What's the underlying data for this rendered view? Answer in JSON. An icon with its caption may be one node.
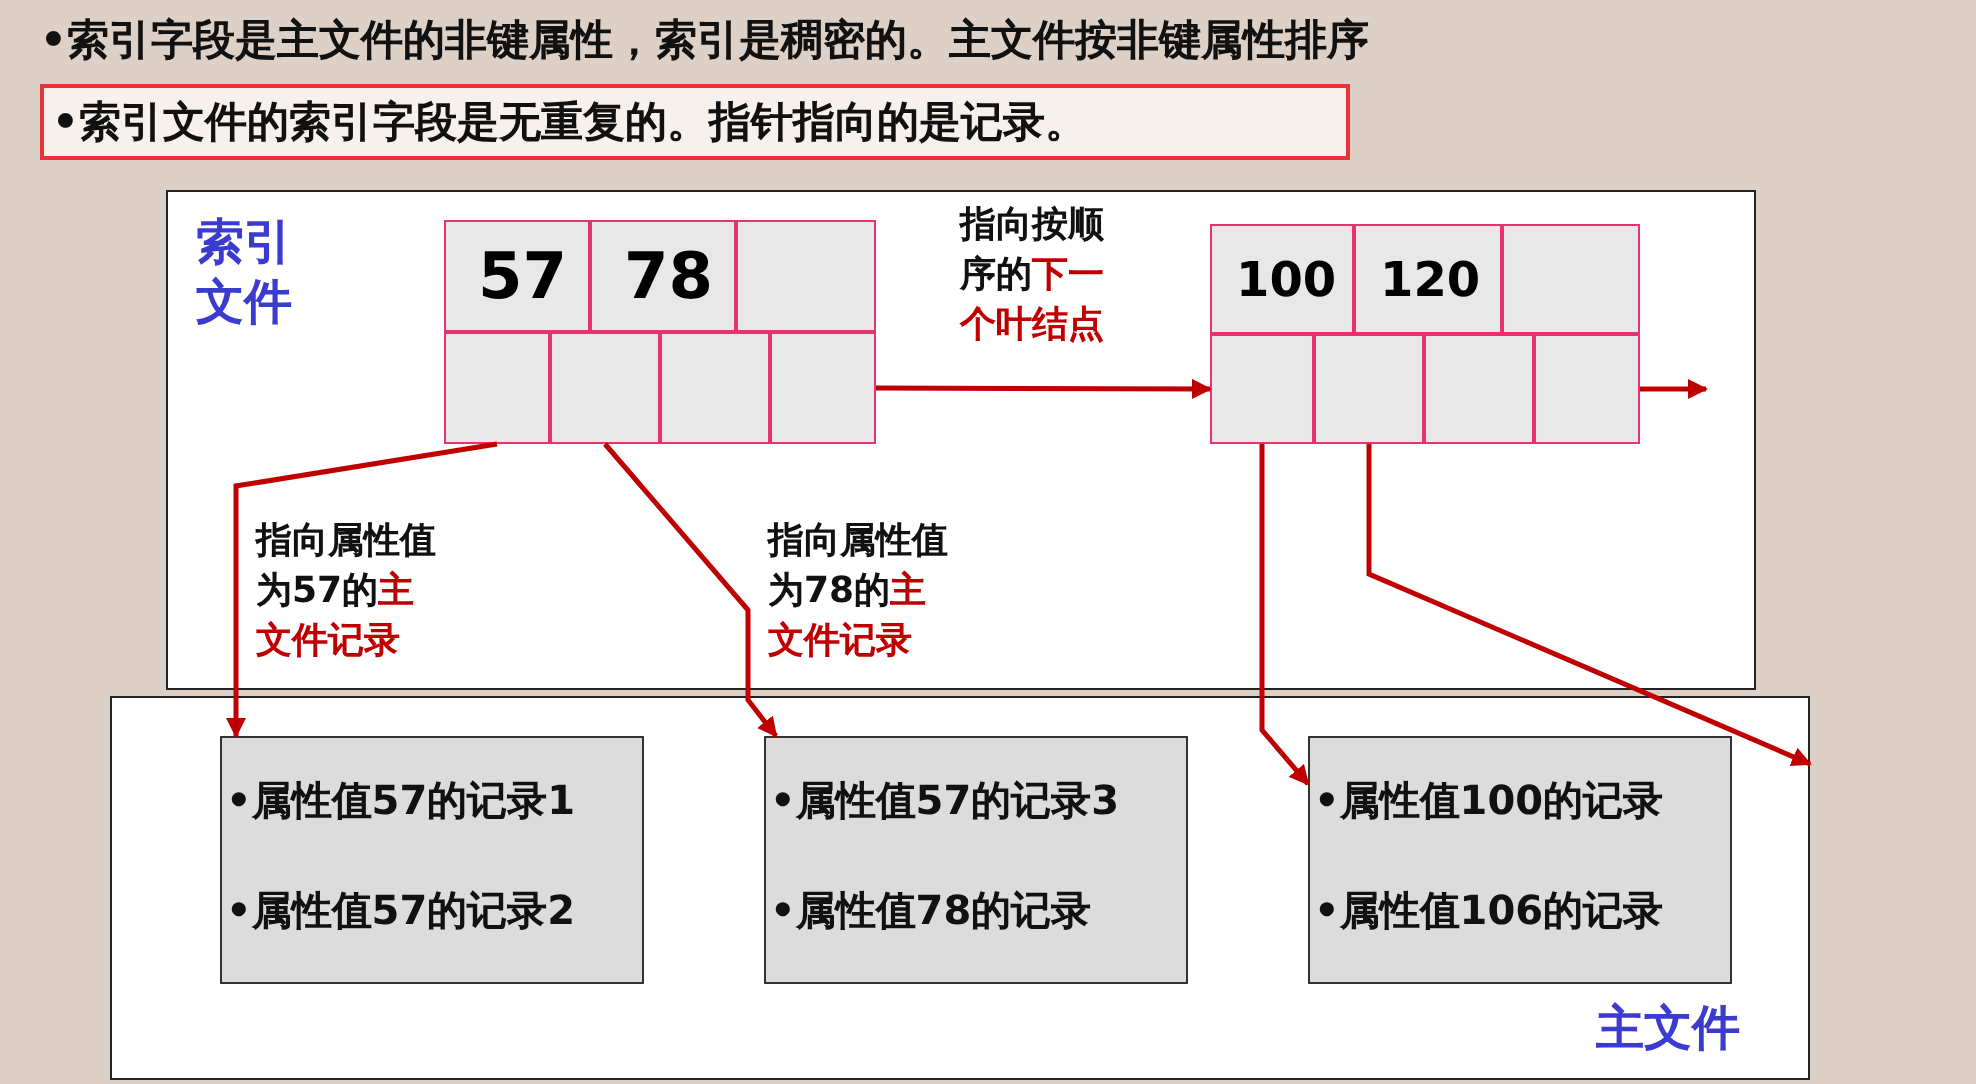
{
  "diagram": {
    "nodes": [
      {
        "text": [
          "•索引文件的索引字段是无重复的。指针指向的是记录。"
        ]
      },
      {
        "text": [
          "索引文件"
        ]
      },
      {
        "text": [],
        "shape": "box",
        "in": 1
      },
      {
        "text": [
          "57"
        ],
        "in": 2
      },
      {
        "text": [
          "78"
        ],
        "in": 2
      },
      {
        "text": [],
        "shape": "box",
        "in": 2
      },
      {
        "text": [],
        "shape": "box",
        "in": 2
      },
      {
        "text": [],
        "shape": "box",
        "in": 2
      },
      {
        "text": [],
        "shape": "box",
        "in": 2
      },
      {
        "text": [],
        "shape": "box",
        "in": 2
      },
      {
        "text": [],
        "shape": "box",
        "in": 1
      },
      {
        "text": [
          "100"
        ],
        "in": 10
      },
      {
        "text": [
          "120"
        ],
        "in": 10
      },
      {
        "text": [],
        "shape": "box",
        "in": 10
      },
      {
        "text": [],
        "shape": "box",
        "in": 10
      },
      {
        "text": [],
        "shape": "box",
        "in": 10
      },
      {
        "text": [],
        "shape": "box",
        "in": 10
      },
      {
        "text": [],
        "shape": "box",
        "in": 10
      },
      {
        "text": [
          "主文件"
        ]
      },
      {
        "text": [
          "•属性值57的记录1",
          "•属性值57的记录2"
        ],
        "in": 18
      },
      {
        "text": [
          "•属性值57的记录3",
          "•属性值78的记录"
        ],
        "in": 18
      },
      {
        "text": [
          "•属性值100的记录",
          "•属性值106的记录"
        ],
        "in": 18
      }
    ],
    "edges": [
      {
        "from": 6,
        "to": 19,
        "arrow": "to",
        "label": "指向属性值为57的**主文件记录**"
      },
      {
        "from": 7,
        "to": 20,
        "arrow": "to",
        "label": "指向属性值为78的**主文件记录**"
      },
      {
        "from": 9,
        "to": 14,
        "arrow": "to",
        "label": "指向按顺序的**下一个叶结点**"
      },
      {
        "from": 14,
        "to": 21,
        "arrow": "to"
      },
      {
        "from": 15,
        "to": 18,
        "arrow": "to"
      },
      {
        "from": 17,
        "to": null,
        "arrow": "to"
      }
    ],
    "labels": [
      "•索引字段是主文件的非键属性，索引是稠密的。主文件按非键属性排序"
    ]
  }
}
